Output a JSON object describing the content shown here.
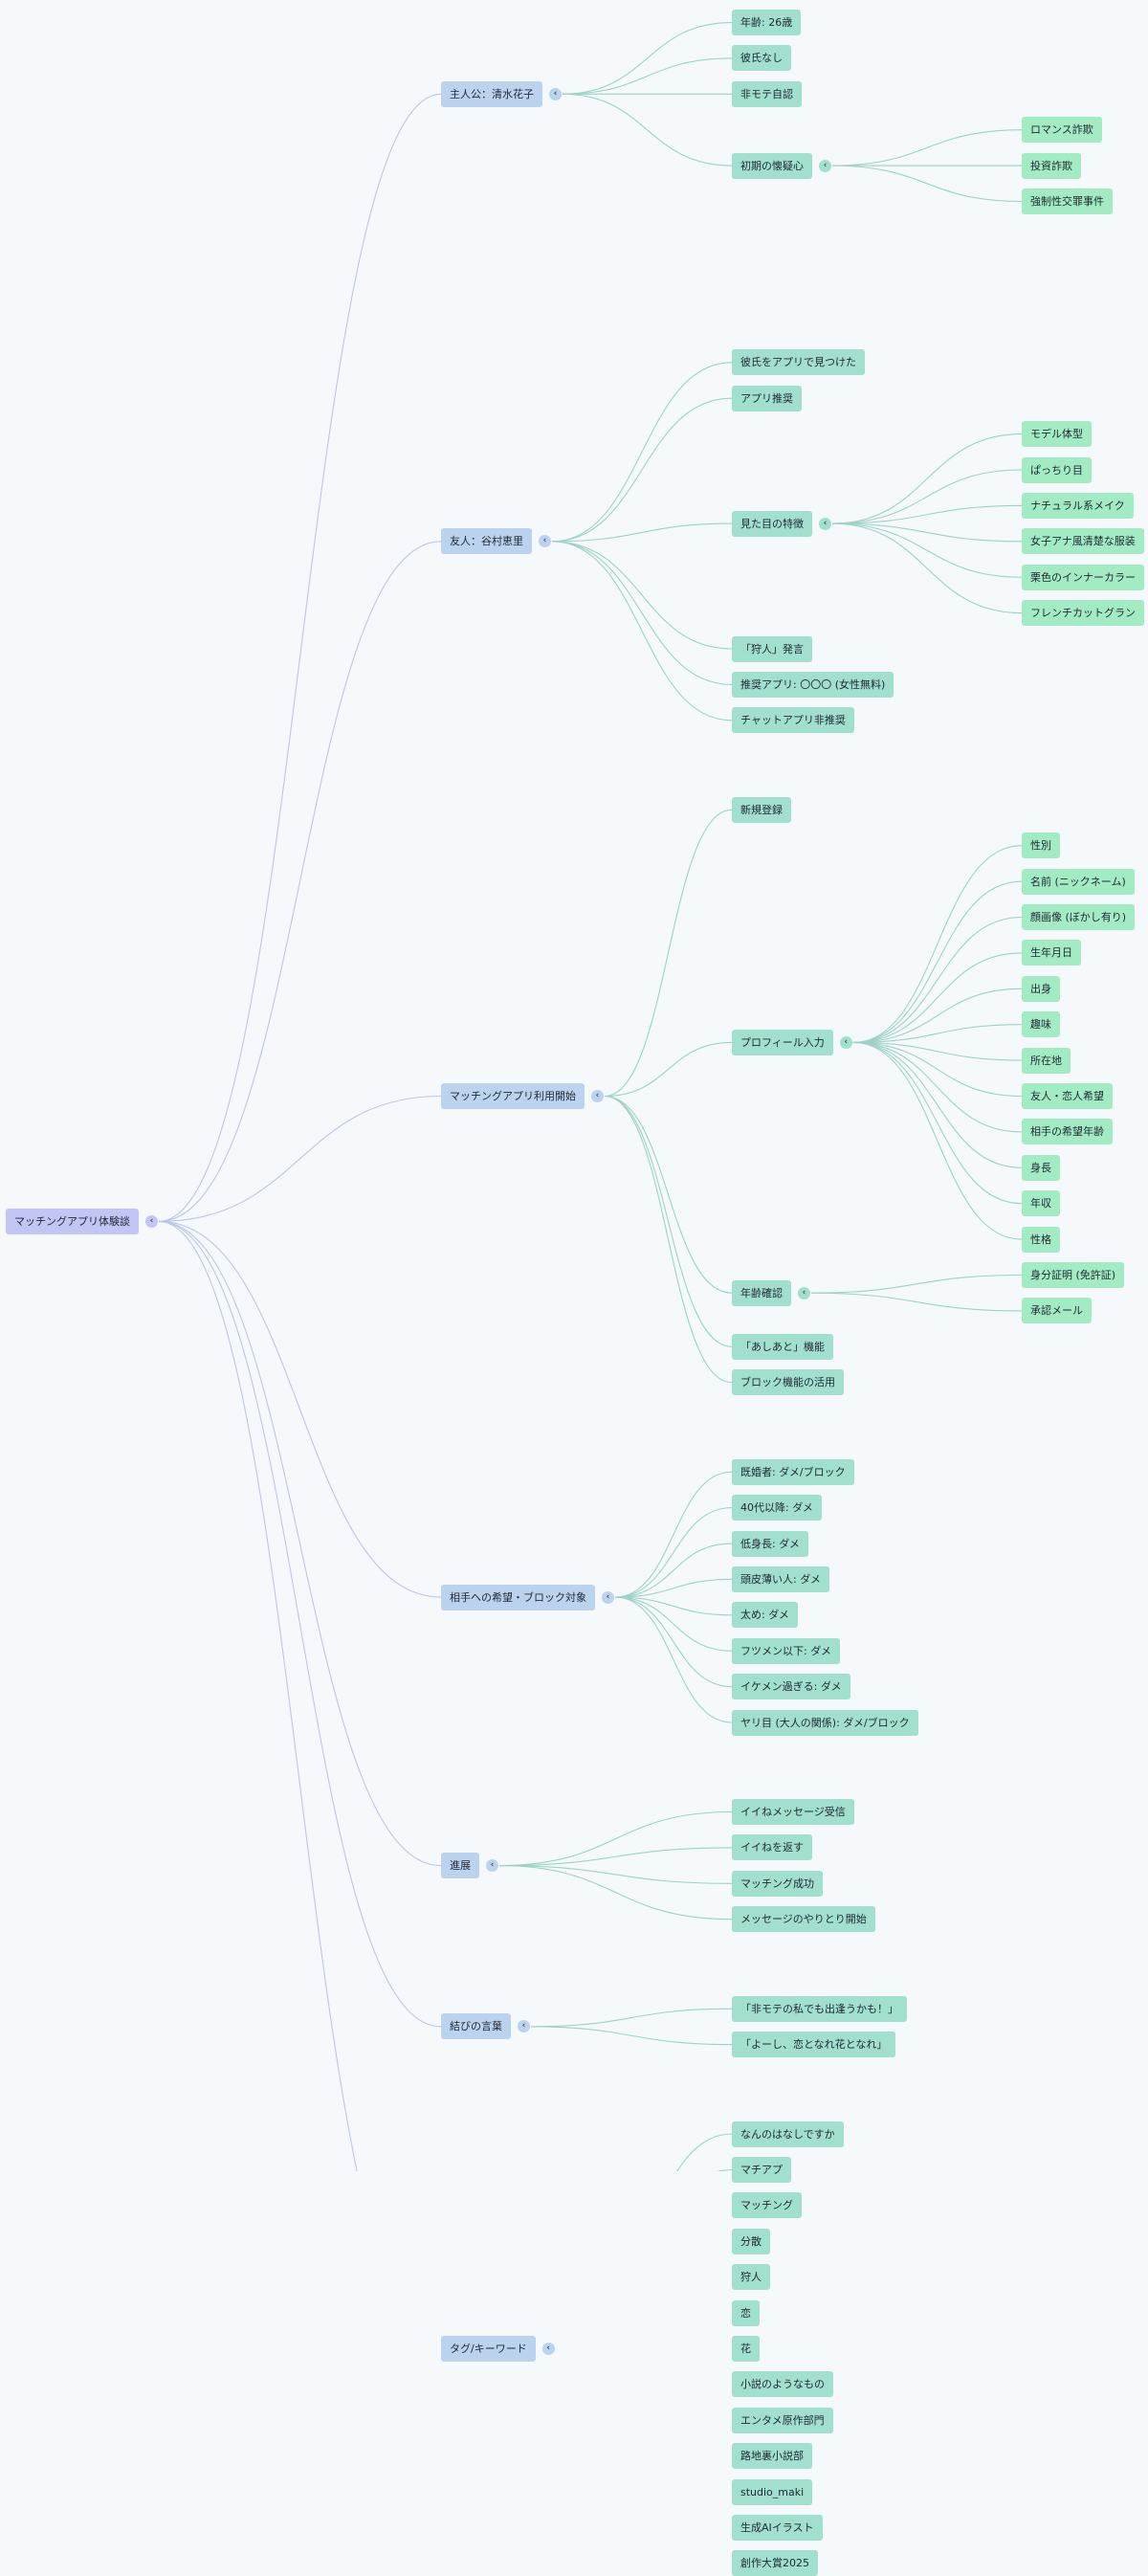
{
  "colors": {
    "root": "#c3c6f5",
    "branch": "#bcd3ef",
    "item": "#a1dfcf",
    "leaf": "#a3ecc3",
    "edge_branch": "#bcc7e3",
    "edge_item": "#9ed2c8"
  },
  "toggle_icon": "‹",
  "tree": {
    "id": "root",
    "label": "マッチングアプリ体験談",
    "children": [
      {
        "id": "b1",
        "label": "主人公：清水花子",
        "children": [
          {
            "id": "b1c1",
            "label": "年齢: 26歳"
          },
          {
            "id": "b1c2",
            "label": "彼氏なし"
          },
          {
            "id": "b1c3",
            "label": "非モテ自認"
          },
          {
            "id": "b1c4",
            "label": "初期の懐疑心",
            "children": [
              {
                "id": "b1c4a",
                "label": "ロマンス詐欺"
              },
              {
                "id": "b1c4b",
                "label": "投資詐欺"
              },
              {
                "id": "b1c4c",
                "label": "強制性交罪事件"
              }
            ]
          }
        ]
      },
      {
        "id": "b2",
        "label": "友人：谷村恵里",
        "children": [
          {
            "id": "b2c1",
            "label": "彼氏をアプリで見つけた"
          },
          {
            "id": "b2c2",
            "label": "アプリ推奨"
          },
          {
            "id": "b2c3",
            "label": "見た目の特徴",
            "children": [
              {
                "id": "b2c3a",
                "label": "モデル体型"
              },
              {
                "id": "b2c3b",
                "label": "ぱっちり目"
              },
              {
                "id": "b2c3c",
                "label": "ナチュラル系メイク"
              },
              {
                "id": "b2c3d",
                "label": "女子アナ風清楚な服装"
              },
              {
                "id": "b2c3e",
                "label": "栗色のインナーカラー"
              },
              {
                "id": "b2c3f",
                "label": "フレンチカットグラン"
              }
            ]
          },
          {
            "id": "b2c4",
            "label": "「狩人」発言"
          },
          {
            "id": "b2c5",
            "label": "推奨アプリ: 〇〇〇 (女性無料)"
          },
          {
            "id": "b2c6",
            "label": "チャットアプリ非推奨"
          }
        ]
      },
      {
        "id": "b3",
        "label": "マッチングアプリ利用開始",
        "children": [
          {
            "id": "b3c1",
            "label": "新規登録"
          },
          {
            "id": "b3c2",
            "label": "プロフィール入力",
            "children": [
              {
                "id": "b3c2a",
                "label": "性別"
              },
              {
                "id": "b3c2b",
                "label": "名前 (ニックネーム)"
              },
              {
                "id": "b3c2c",
                "label": "顔画像 (ぼかし有り)"
              },
              {
                "id": "b3c2d",
                "label": "生年月日"
              },
              {
                "id": "b3c2e",
                "label": "出身"
              },
              {
                "id": "b3c2f",
                "label": "趣味"
              },
              {
                "id": "b3c2g",
                "label": "所在地"
              },
              {
                "id": "b3c2h",
                "label": "友人・恋人希望"
              },
              {
                "id": "b3c2i",
                "label": "相手の希望年齢"
              },
              {
                "id": "b3c2j",
                "label": "身長"
              },
              {
                "id": "b3c2k",
                "label": "年収"
              },
              {
                "id": "b3c2l",
                "label": "性格"
              }
            ]
          },
          {
            "id": "b3c3",
            "label": "年齢確認",
            "children": [
              {
                "id": "b3c3a",
                "label": "身分証明 (免許証)"
              },
              {
                "id": "b3c3b",
                "label": "承認メール"
              }
            ]
          },
          {
            "id": "b3c4",
            "label": "「あしあと」機能"
          },
          {
            "id": "b3c5",
            "label": "ブロック機能の活用"
          }
        ]
      },
      {
        "id": "b4",
        "label": "相手への希望・ブロック対象",
        "children": [
          {
            "id": "b4c1",
            "label": "既婚者: ダメ/ブロック"
          },
          {
            "id": "b4c2",
            "label": "40代以降: ダメ"
          },
          {
            "id": "b4c3",
            "label": "低身長: ダメ"
          },
          {
            "id": "b4c4",
            "label": "頭皮薄い人: ダメ"
          },
          {
            "id": "b4c5",
            "label": "太め: ダメ"
          },
          {
            "id": "b4c6",
            "label": "フツメン以下: ダメ"
          },
          {
            "id": "b4c7",
            "label": "イケメン過ぎる: ダメ"
          },
          {
            "id": "b4c8",
            "label": "ヤリ目 (大人の関係): ダメ/ブロック"
          }
        ]
      },
      {
        "id": "b5",
        "label": "進展",
        "children": [
          {
            "id": "b5c1",
            "label": "イイねメッセージ受信"
          },
          {
            "id": "b5c2",
            "label": "イイねを返す"
          },
          {
            "id": "b5c3",
            "label": "マッチング成功"
          },
          {
            "id": "b5c4",
            "label": "メッセージのやりとり開始"
          }
        ]
      },
      {
        "id": "b6",
        "label": "結びの言葉",
        "children": [
          {
            "id": "b6c1",
            "label": "「非モテの私でも出逢うかも！」"
          },
          {
            "id": "b6c2",
            "label": "「よーし、恋となれ花となれ」"
          }
        ]
      },
      {
        "id": "b7",
        "label": "タグ/キーワード",
        "children": [
          {
            "id": "b7c1",
            "label": "なんのはなしですか"
          },
          {
            "id": "b7c2",
            "label": "マチアプ"
          },
          {
            "id": "b7c3",
            "label": "マッチング"
          },
          {
            "id": "b7c4",
            "label": "分散"
          },
          {
            "id": "b7c5",
            "label": "狩人"
          },
          {
            "id": "b7c6",
            "label": "恋"
          },
          {
            "id": "b7c7",
            "label": "花"
          },
          {
            "id": "b7c8",
            "label": "小説のようなもの"
          },
          {
            "id": "b7c9",
            "label": "エンタメ原作部門"
          },
          {
            "id": "b7c10",
            "label": "路地裏小説部"
          },
          {
            "id": "b7c11",
            "label": "studio_maki"
          },
          {
            "id": "b7c12",
            "label": "生成AIイラスト"
          },
          {
            "id": "b7c13",
            "label": "創作大賞2025"
          }
        ]
      }
    ]
  }
}
